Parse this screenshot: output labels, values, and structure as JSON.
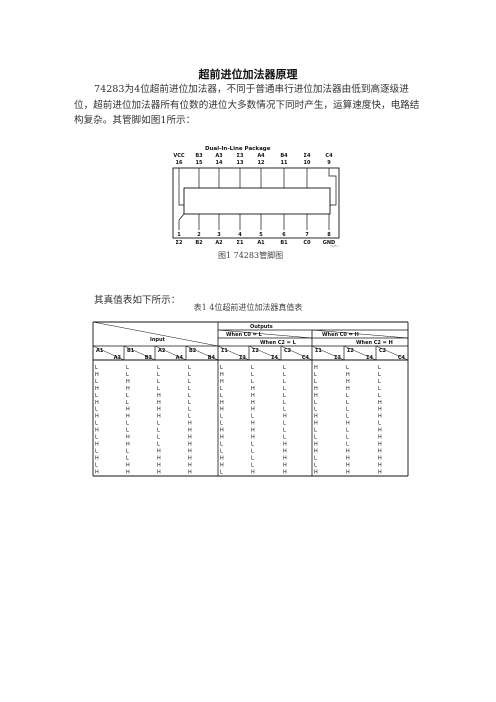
{
  "title": "超前进位加法器原理",
  "intro": "74283为4位超前进位加法器，不同于普通串行进位加法器由低到高逐级进位，超前进位加法器所有位数的进位大多数情况下同时产生，运算速度快，电路结构复杂。其管脚如图1所示：",
  "figure": {
    "package_label": "Dual-In-Line Package",
    "top_labels": [
      "VCC",
      "B3",
      "A3",
      "Σ3",
      "A4",
      "B4",
      "Σ4",
      "C4"
    ],
    "top_numbers": [
      "16",
      "15",
      "14",
      "13",
      "12",
      "11",
      "10",
      "9"
    ],
    "bottom_numbers": [
      "1",
      "2",
      "3",
      "4",
      "5",
      "6",
      "7",
      "8"
    ],
    "bottom_labels": [
      "Σ2",
      "B2",
      "A2",
      "Σ1",
      "A1",
      "B1",
      "C0",
      "GND"
    ],
    "note": "TL/F/...",
    "caption": "图1  74283管脚图"
  },
  "table_lead": "其真值表如下所示：",
  "table_caption": "表1  4位超前进位加法器真值表",
  "table": {
    "outputs": "Outputs",
    "input": "Input",
    "when_c0_l": "When C0 = L",
    "when_c0_h": "When C0 = H",
    "when_c2_l": "When C2 = L",
    "when_c2_h": "When C2 = H",
    "hdr_row1": [
      "A1",
      "B1",
      "A2",
      "B2",
      "Σ1",
      "Σ2",
      "C2",
      "Σ1",
      "Σ2",
      "C2"
    ],
    "hdr_row2": [
      "A3",
      "B3",
      "A4",
      "B4",
      "Σ3",
      "Σ4",
      "C4",
      "Σ3",
      "Σ4",
      "C4"
    ],
    "rows": [
      [
        "L",
        "L",
        "L",
        "L",
        "L",
        "L",
        "L",
        "H",
        "L",
        "L"
      ],
      [
        "H",
        "L",
        "L",
        "L",
        "H",
        "L",
        "L",
        "L",
        "H",
        "L"
      ],
      [
        "L",
        "H",
        "L",
        "L",
        "H",
        "L",
        "L",
        "L",
        "H",
        "L"
      ],
      [
        "H",
        "H",
        "L",
        "L",
        "L",
        "H",
        "L",
        "H",
        "H",
        "L"
      ],
      [
        "L",
        "L",
        "H",
        "L",
        "L",
        "H",
        "L",
        "H",
        "L",
        "L"
      ],
      [
        "H",
        "L",
        "H",
        "L",
        "H",
        "H",
        "L",
        "L",
        "L",
        "H"
      ],
      [
        "L",
        "H",
        "H",
        "L",
        "H",
        "H",
        "L",
        "L",
        "L",
        "H"
      ],
      [
        "H",
        "H",
        "H",
        "L",
        "L",
        "L",
        "H",
        "H",
        "L",
        "H"
      ],
      [
        "L",
        "L",
        "L",
        "H",
        "L",
        "H",
        "L",
        "H",
        "H",
        "L"
      ],
      [
        "H",
        "L",
        "L",
        "H",
        "H",
        "H",
        "L",
        "L",
        "L",
        "H"
      ],
      [
        "L",
        "H",
        "L",
        "H",
        "H",
        "H",
        "L",
        "L",
        "L",
        "H"
      ],
      [
        "H",
        "H",
        "L",
        "H",
        "L",
        "L",
        "H",
        "H",
        "L",
        "H"
      ],
      [
        "L",
        "L",
        "H",
        "H",
        "L",
        "L",
        "H",
        "H",
        "H",
        "H"
      ],
      [
        "H",
        "L",
        "H",
        "H",
        "H",
        "L",
        "H",
        "L",
        "H",
        "H"
      ],
      [
        "L",
        "H",
        "H",
        "H",
        "H",
        "L",
        "H",
        "L",
        "H",
        "H"
      ],
      [
        "H",
        "H",
        "H",
        "H",
        "L",
        "H",
        "H",
        "H",
        "H",
        "H"
      ]
    ]
  }
}
